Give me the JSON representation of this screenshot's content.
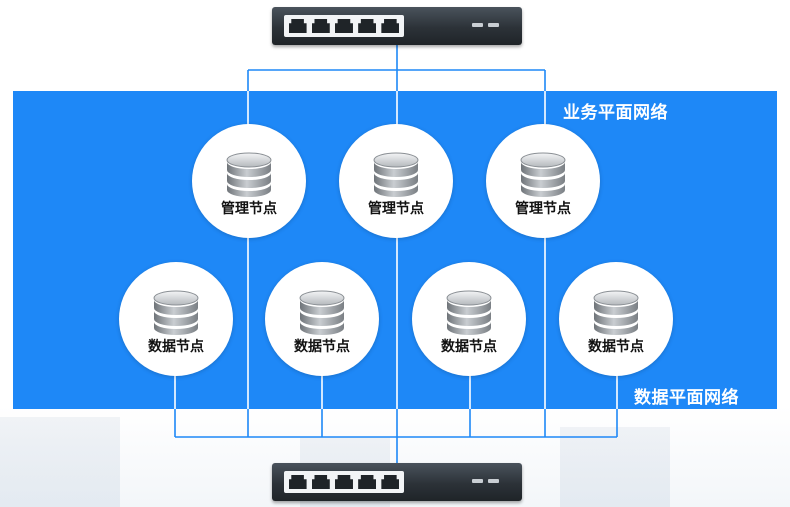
{
  "networks": {
    "business_label": "业务平面网络",
    "data_label": "数据平面网络"
  },
  "management_nodes": [
    {
      "label": "管理节点"
    },
    {
      "label": "管理节点"
    },
    {
      "label": "管理节点"
    }
  ],
  "data_nodes": [
    {
      "label": "数据节点"
    },
    {
      "label": "数据节点"
    },
    {
      "label": "数据节点"
    },
    {
      "label": "数据节点"
    }
  ],
  "colors": {
    "panel": "#1e88f7",
    "wire": "#1e88f7",
    "node_fill": "#ffffff",
    "label_text": "#111111",
    "switch_body": "#2c3238"
  },
  "icons": {
    "node": "database-icon",
    "switch": "network-switch-icon"
  }
}
